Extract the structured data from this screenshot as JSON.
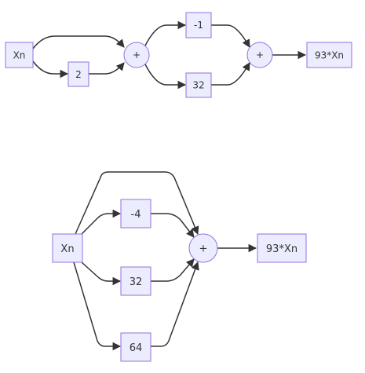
{
  "diagram1": {
    "input": "Xn",
    "const": "2",
    "sum1": "+",
    "top": "-1",
    "bottom": "32",
    "sum2": "+",
    "output": "93*Xn"
  },
  "diagram2": {
    "input": "Xn",
    "c1": "-4",
    "c2": "32",
    "c3": "64",
    "sum": "+",
    "output": "93*Xn"
  },
  "colors": {
    "node_fill": "#ececff",
    "node_stroke": "#9370db",
    "edge": "#333333"
  }
}
